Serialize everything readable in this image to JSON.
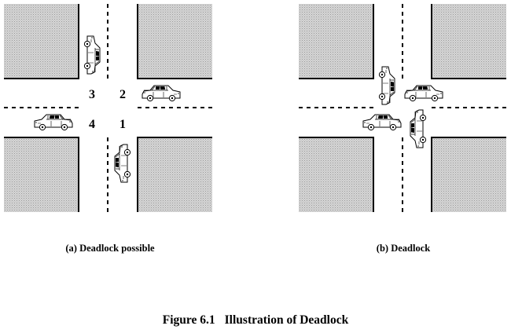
{
  "captions": {
    "a": "(a) Deadlock possible",
    "b": "(b) Deadlock"
  },
  "figure": {
    "number": "Figure 6.1",
    "title": "Illustration of Deadlock"
  },
  "quadrants": [
    "1",
    "2",
    "3",
    "4"
  ],
  "colors": {
    "block_fill": "#c8c8c8",
    "line": "#000000",
    "background": "#ffffff"
  },
  "icons": {
    "car": "car-icon"
  }
}
